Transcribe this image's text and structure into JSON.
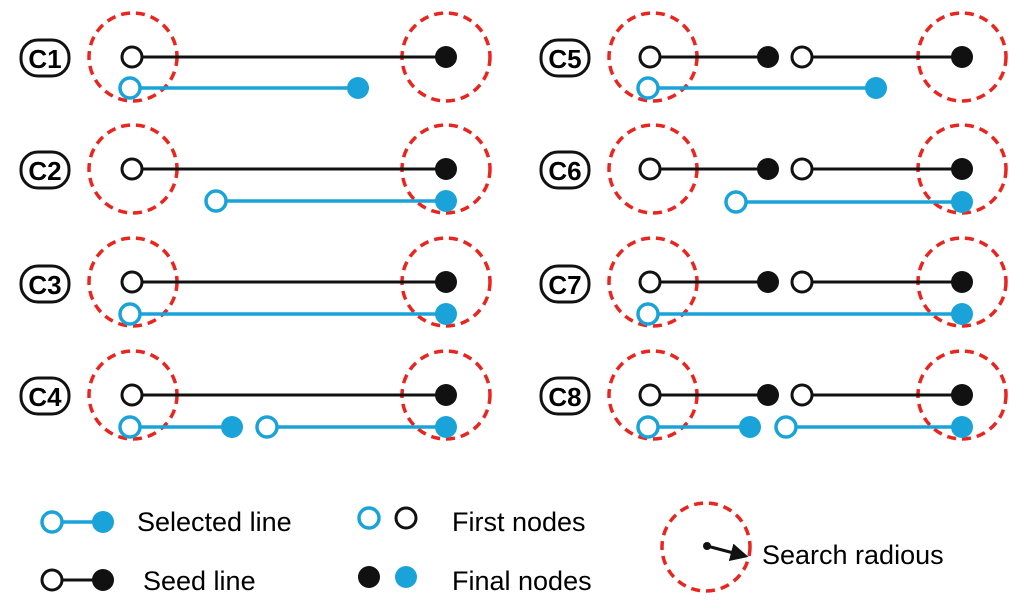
{
  "colors": {
    "seed": "#111111",
    "selected": "#1aa3d9",
    "radius": "#e8251f",
    "background": "#ffffff"
  },
  "cases": [
    {
      "label": "C1"
    },
    {
      "label": "C2"
    },
    {
      "label": "C3"
    },
    {
      "label": "C4"
    },
    {
      "label": "C5"
    },
    {
      "label": "C6"
    },
    {
      "label": "C7"
    },
    {
      "label": "C8"
    }
  ],
  "legend": {
    "selected_line": "Selected line",
    "seed_line": "Seed line",
    "first_nodes": "First nodes",
    "final_nodes": "Final nodes",
    "search_radius": "Search radious"
  }
}
